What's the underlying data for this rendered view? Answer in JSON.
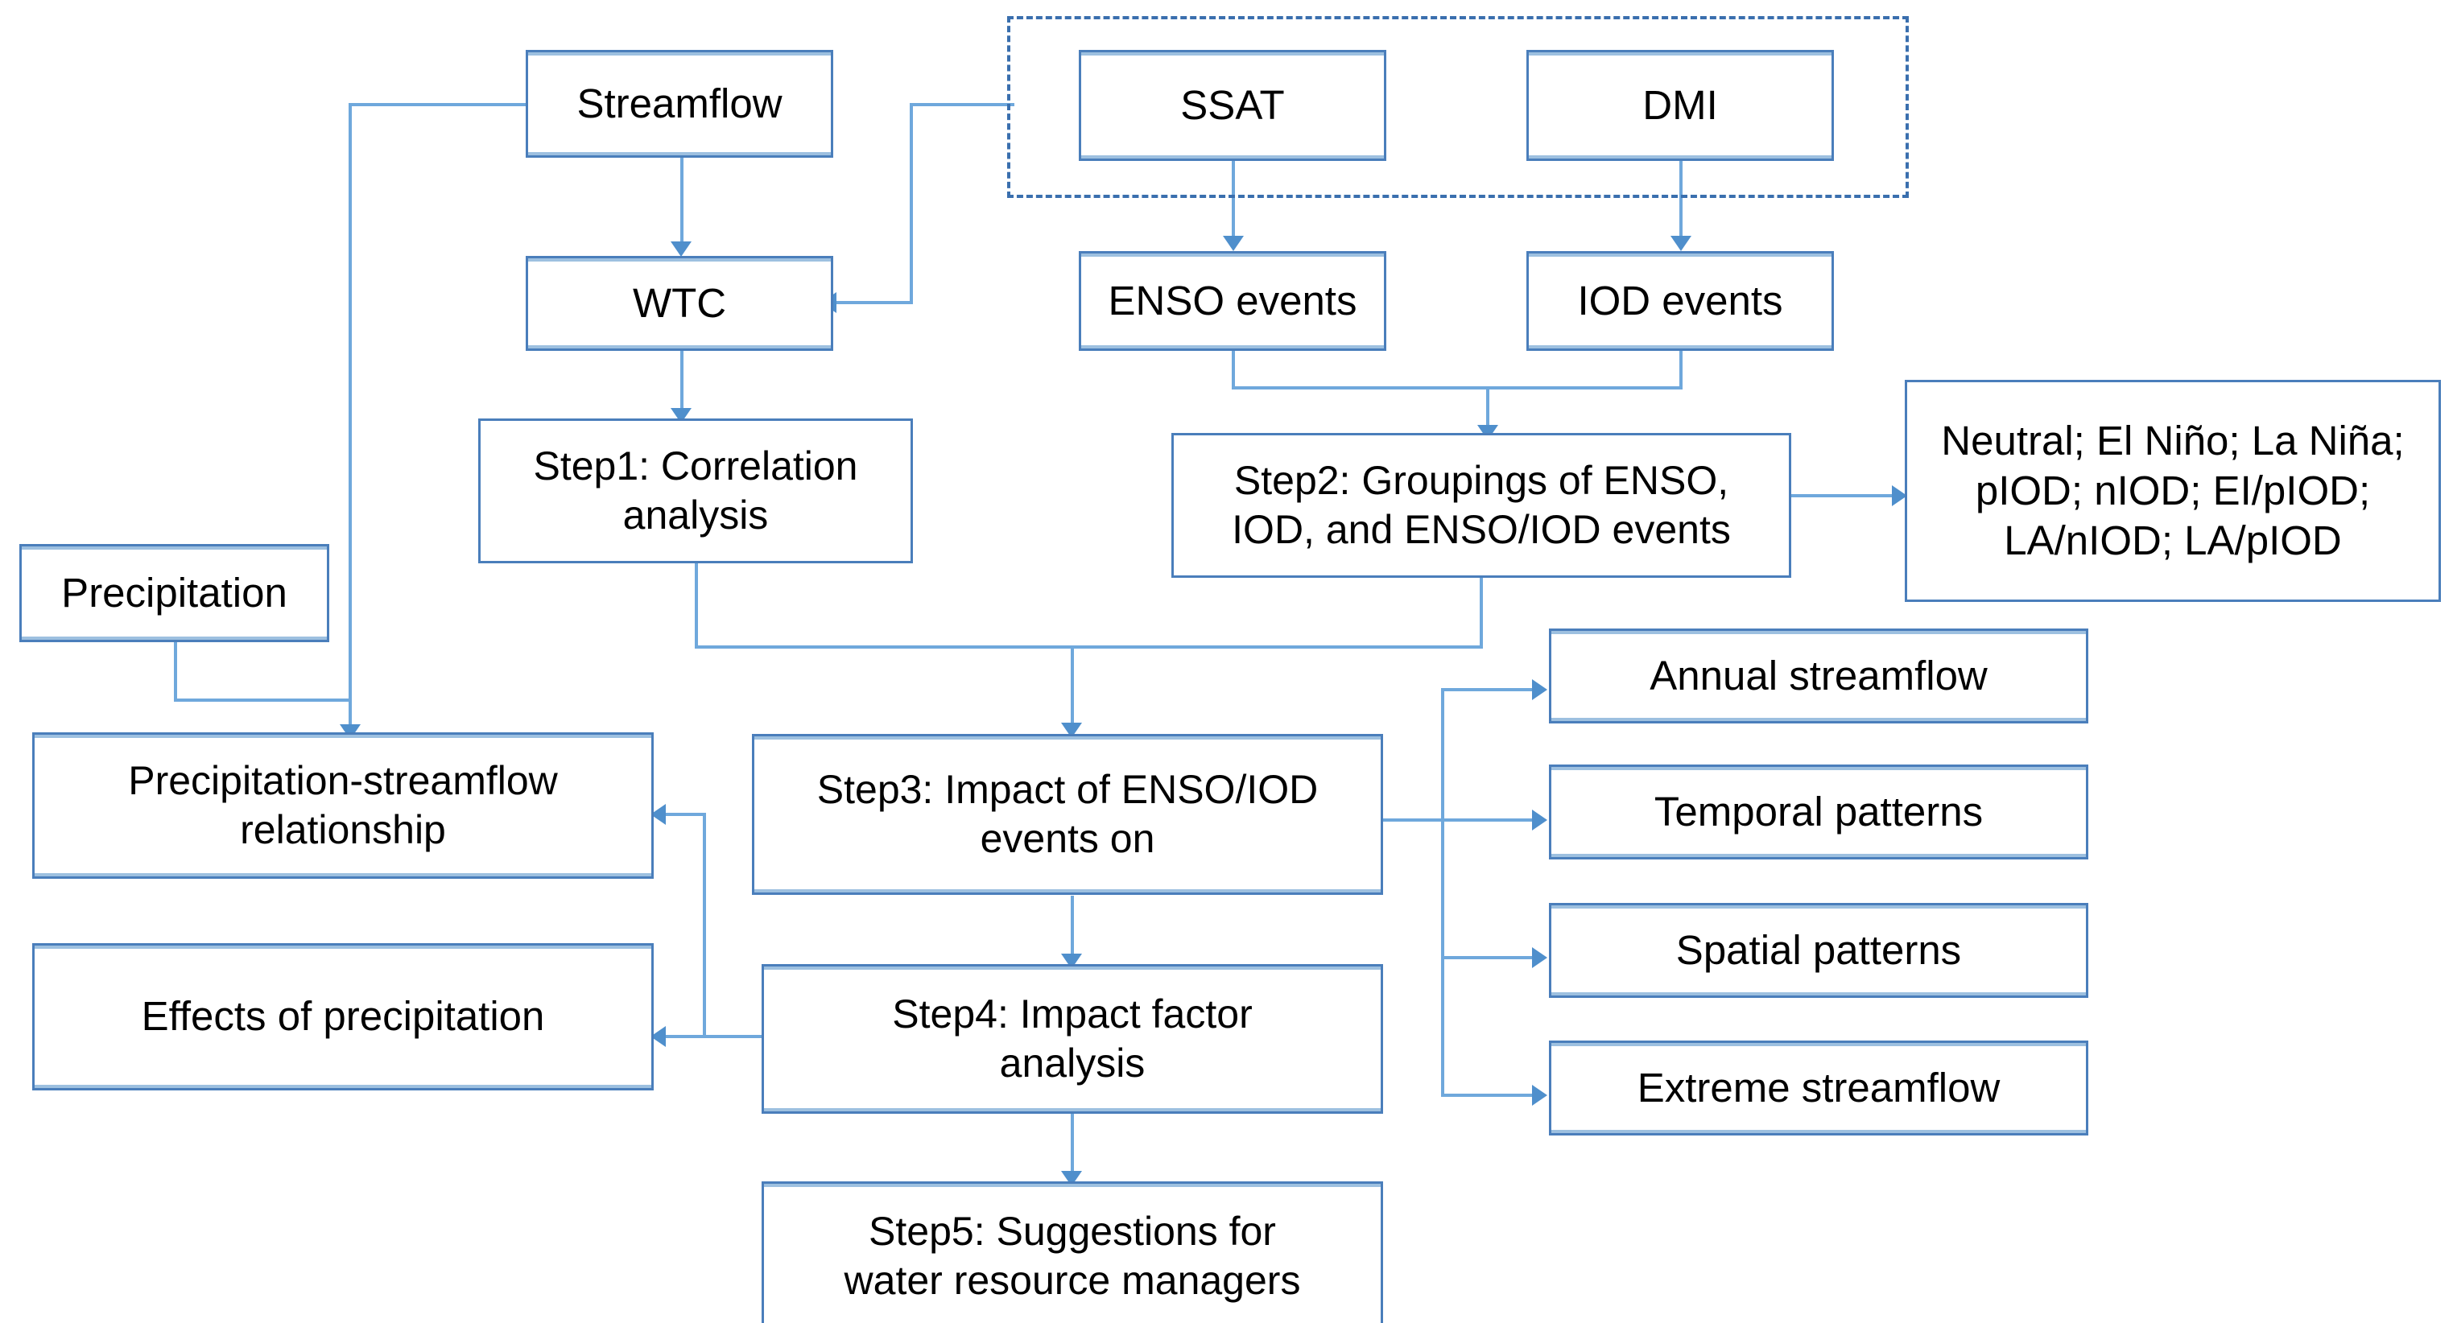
{
  "diagram": {
    "title": "Research framework flowchart for ENSO/IOD impacts on streamflow",
    "accent_color": "#4a7ebb",
    "connector_color": "#6fa8dc",
    "arrow_color": "#4f8fcc",
    "background_color": "#ffffff"
  },
  "nodes": {
    "streamflow": "Streamflow",
    "ssat": "SSAT",
    "dmi": "DMI",
    "wtc": "WTC",
    "enso_events": "ENSO events",
    "iod_events": "IOD events",
    "step1": "Step1: Correlation\nanalysis",
    "step2": "Step2: Groupings of ENSO,\nIOD, and ENSO/IOD events",
    "groupings": "Neutral; El Niño; La Niña;\npIOD; nIOD; EI/pIOD;\nLA/nIOD; LA/pIOD",
    "precipitation": "Precipitation",
    "precip_streamflow": "Precipitation-streamflow\nrelationship",
    "effects_precip": "Effects of precipitation",
    "step3": "Step3: Impact of ENSO/IOD\nevents on",
    "step4": "Step4: Impact factor\nanalysis",
    "step5": "Step5: Suggestions for\nwater resource managers",
    "annual_streamflow": "Annual streamflow",
    "temporal_patterns": "Temporal patterns",
    "spatial_patterns": "Spatial patterns",
    "extreme_streamflow": "Extreme streamflow"
  }
}
